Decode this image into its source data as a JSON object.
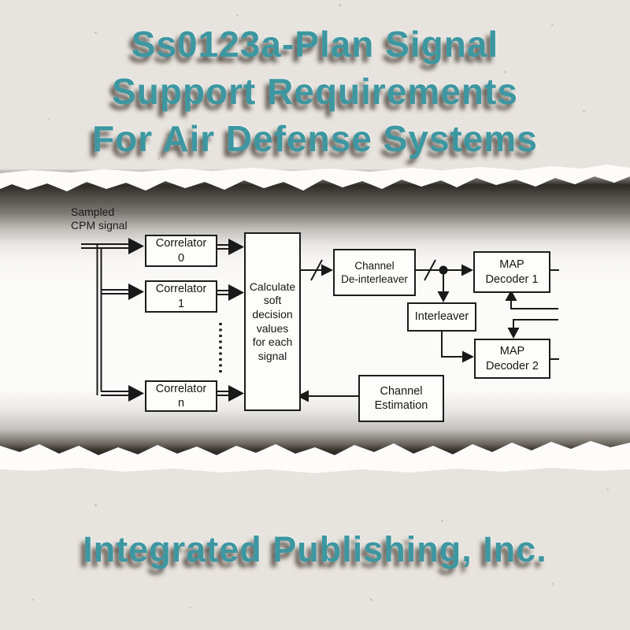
{
  "header": {
    "title_lines": [
      "Ss0123a-Plan Signal",
      "Support Requirements",
      "For Air Defense Systems"
    ]
  },
  "footer": {
    "credit": "Integrated Publishing, Inc."
  },
  "diagram": {
    "input_label": {
      "line1": "Sampled",
      "line2": "CPM signal"
    },
    "boxes": {
      "correlator0": [
        "Correlator",
        "0"
      ],
      "correlator1": [
        "Correlator",
        "1"
      ],
      "correlatorN": [
        "Correlator",
        "n"
      ],
      "calculate": [
        "Calculate",
        "soft",
        "decision",
        "values",
        "for each",
        "signal"
      ],
      "deinterleaver": [
        "Channel",
        "De-interleaver"
      ],
      "interleaver": [
        "Interleaver"
      ],
      "map1": [
        "MAP",
        "Decoder 1"
      ],
      "map2": [
        "MAP",
        "Decoder 2"
      ],
      "estimation": [
        "Channel",
        "Estimation"
      ]
    }
  },
  "colors": {
    "accent_teal": "#3d97a1",
    "paper_beige": "#e7e3de",
    "diagram_paper": "#fbfbfa",
    "ink": "#191919"
  }
}
